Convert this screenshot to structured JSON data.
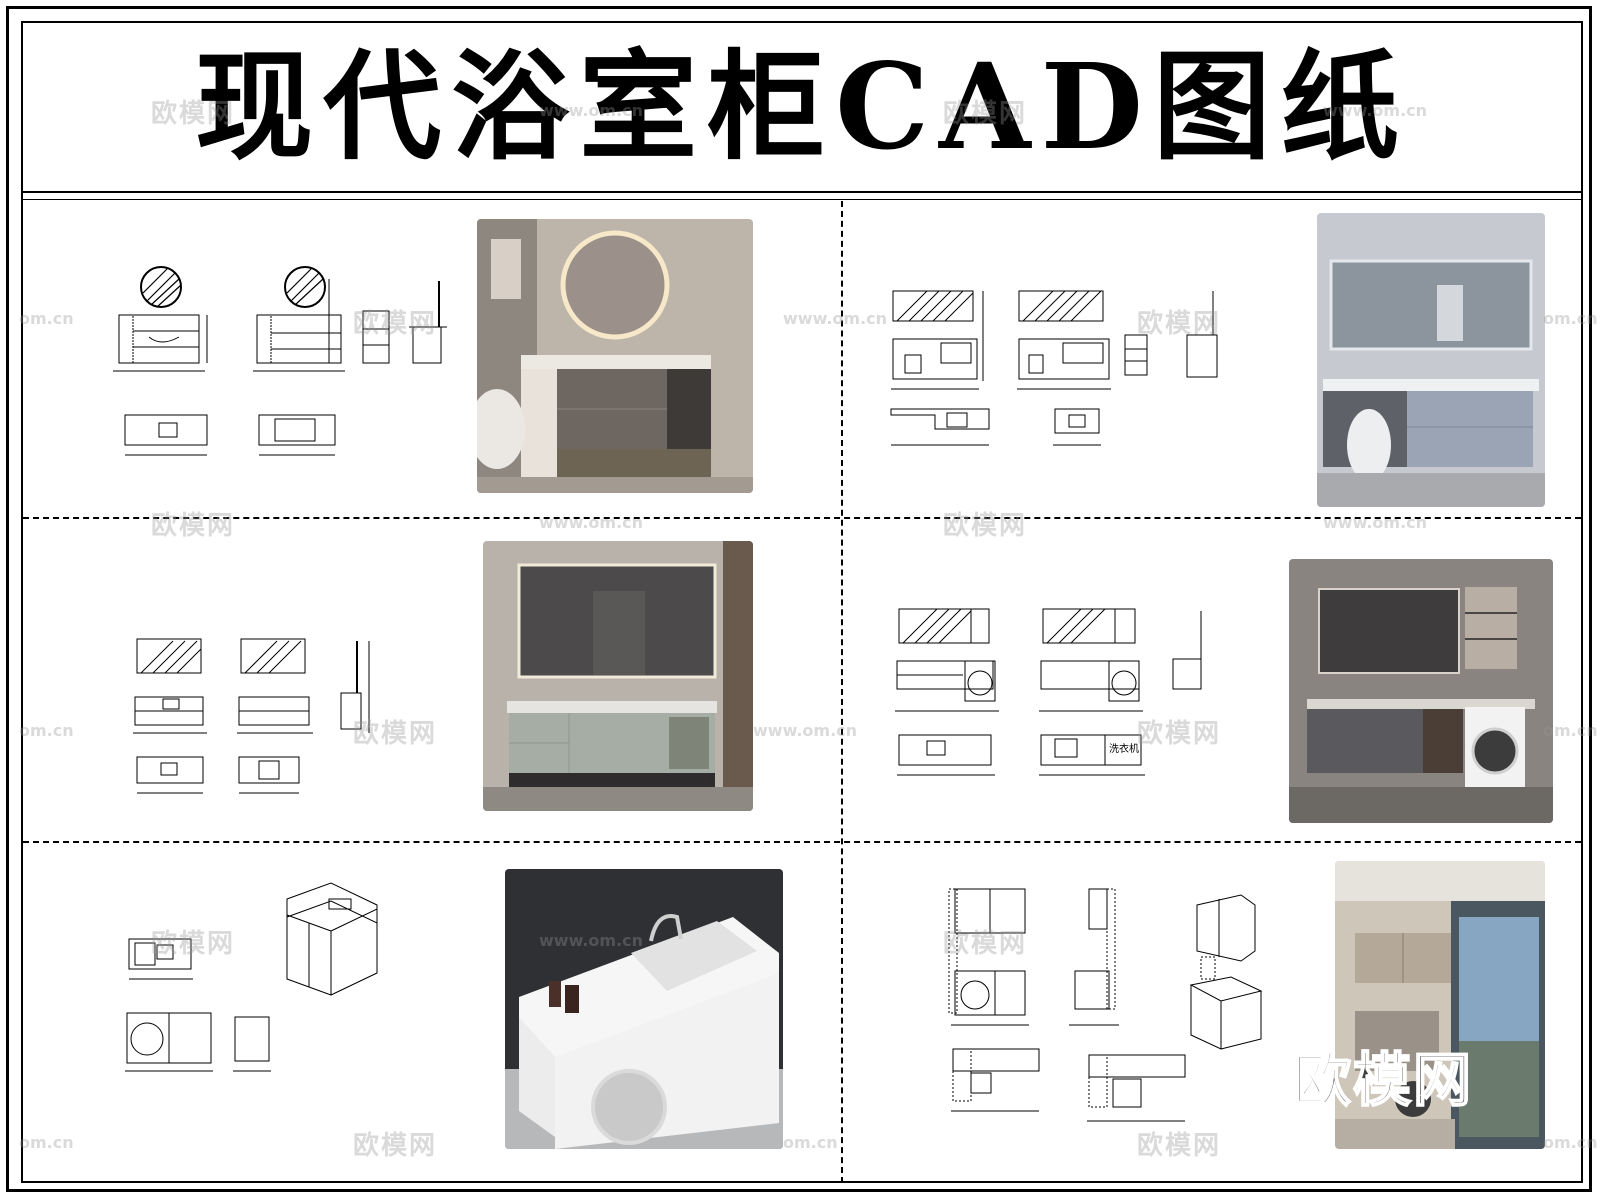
{
  "title": "现代浴室柜CAD图纸",
  "watermark": {
    "brand": "欧模网",
    "domain": "www.om.cn",
    "domain_short": "om.cn"
  },
  "panels": [
    {
      "id": "panel-1",
      "photo_subject": "round-mirror-vanity"
    },
    {
      "id": "panel-2",
      "photo_subject": "mirror-cabinet-vanity-with-toilet"
    },
    {
      "id": "panel-3",
      "photo_subject": "led-rectangular-mirror-vanity"
    },
    {
      "id": "panel-4",
      "photo_subject": "vanity-with-washing-machine"
    },
    {
      "id": "panel-5",
      "photo_subject": "laundry-sink-cabinet"
    },
    {
      "id": "panel-6",
      "photo_subject": "balcony-laundry-cabinet"
    }
  ],
  "drawing_labels": {
    "washer": "洗衣机"
  },
  "colors": {
    "line": "#000000",
    "watermark": "#969696"
  }
}
